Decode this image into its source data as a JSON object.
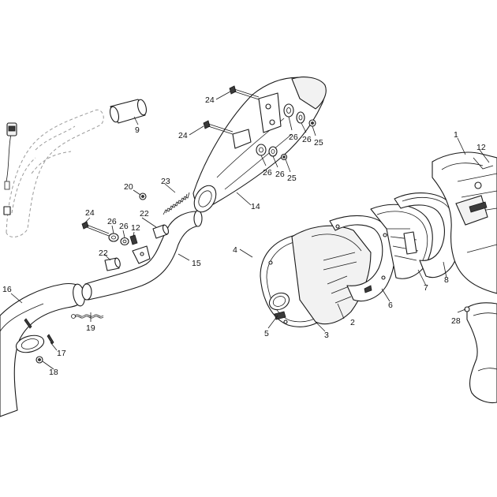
{
  "callouts": [
    {
      "id": "c1",
      "label": "1"
    },
    {
      "id": "c2",
      "label": "2"
    },
    {
      "id": "c3",
      "label": "3"
    },
    {
      "id": "c4",
      "label": "4"
    },
    {
      "id": "c5",
      "label": "5"
    },
    {
      "id": "c6",
      "label": "6"
    },
    {
      "id": "c7",
      "label": "7"
    },
    {
      "id": "c8",
      "label": "8"
    },
    {
      "id": "c9",
      "label": "9"
    },
    {
      "id": "c12a",
      "label": "12"
    },
    {
      "id": "c12b",
      "label": "12"
    },
    {
      "id": "c14",
      "label": "14"
    },
    {
      "id": "c15",
      "label": "15"
    },
    {
      "id": "c16",
      "label": "16"
    },
    {
      "id": "c17",
      "label": "17"
    },
    {
      "id": "c18",
      "label": "18"
    },
    {
      "id": "c19",
      "label": "19"
    },
    {
      "id": "c20",
      "label": "20"
    },
    {
      "id": "c22a",
      "label": "22"
    },
    {
      "id": "c22b",
      "label": "22"
    },
    {
      "id": "c23",
      "label": "23"
    },
    {
      "id": "c24a",
      "label": "24"
    },
    {
      "id": "c24b",
      "label": "24"
    },
    {
      "id": "c24c",
      "label": "24"
    },
    {
      "id": "c25a",
      "label": "25"
    },
    {
      "id": "c25b",
      "label": "25"
    },
    {
      "id": "c26a",
      "label": "26"
    },
    {
      "id": "c26b",
      "label": "26"
    },
    {
      "id": "c26c",
      "label": "26"
    },
    {
      "id": "c26d",
      "label": "26"
    },
    {
      "id": "c26e",
      "label": "26"
    },
    {
      "id": "c26f",
      "label": "26"
    },
    {
      "id": "c28",
      "label": "28"
    }
  ]
}
